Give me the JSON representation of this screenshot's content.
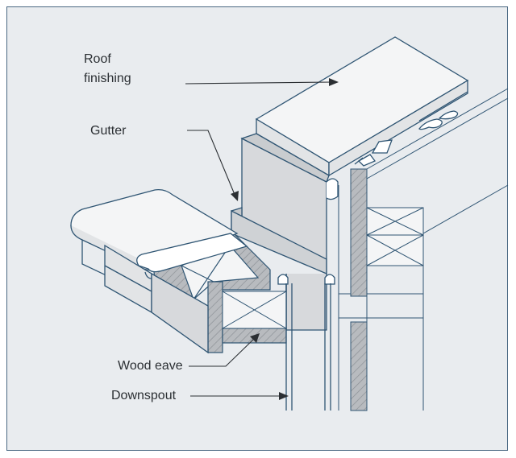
{
  "labels": {
    "roof_line1": "Roof",
    "roof_line2": "finishing",
    "gutter": "Gutter",
    "wood_eave": "Wood eave",
    "downspout": "Downspout"
  },
  "colors": {
    "panel_background": "#e9ecef",
    "panel_border": "#4a6882",
    "outline": "#2f5573",
    "light_fill": "#f4f5f6",
    "gutter_fill": "#d7d9dc",
    "hatch_fill": "#b8bbbf"
  }
}
